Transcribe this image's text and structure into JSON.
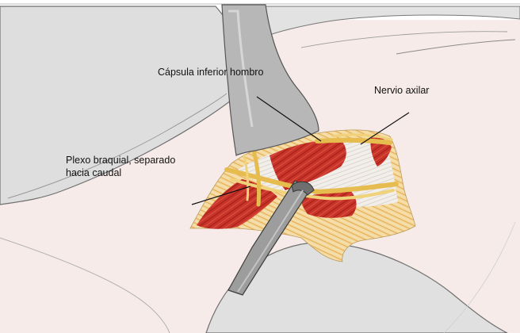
{
  "labels": {
    "capsule": "Cápsula inferior hombro",
    "axillary_nerve": "Nervio axilar",
    "plexus_line1": "Plexo braquial, separado",
    "plexus_line2": "hacia caudal"
  },
  "colors": {
    "background": "#ffffff",
    "skin": "#f4e6e3",
    "skin_edge": "#7a7a7a",
    "arm": "#dcdcdc",
    "retractor": "#b8b8b8",
    "retractor_dark": "#8c8c8c",
    "muscle": "#c8342a",
    "nerve": "#e8c25a",
    "fat": "#ecbf63",
    "arrow": "#111111"
  }
}
